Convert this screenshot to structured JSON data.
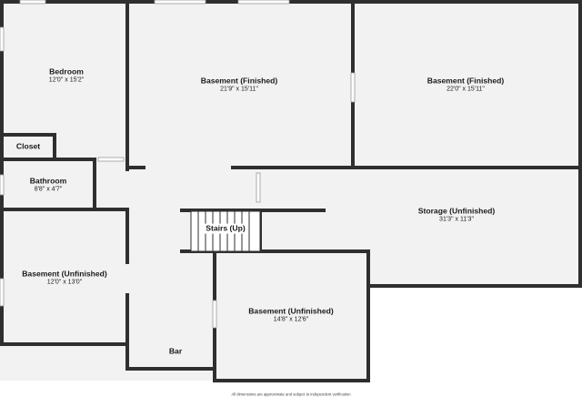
{
  "rooms": {
    "bedroom": {
      "name": "Bedroom",
      "dims": "12'0\" x 15'2\""
    },
    "closet": {
      "name": "Closet"
    },
    "bathroom": {
      "name": "Bathroom",
      "dims": "8'8\" x 4'7\""
    },
    "basement_finished_1": {
      "name": "Basement (Finished)",
      "dims": "21'9\" x 15'11\""
    },
    "basement_finished_2": {
      "name": "Basement (Finished)",
      "dims": "22'0\" x 15'11\""
    },
    "storage": {
      "name": "Storage (Unfinished)",
      "dims": "31'3\" x 11'3\""
    },
    "stairs": {
      "name": "Stairs (Up)"
    },
    "basement_unfinished_1": {
      "name": "Basement (Unfinished)",
      "dims": "12'0\" x 13'0\""
    },
    "basement_unfinished_2": {
      "name": "Basement (Unfinished)",
      "dims": "14'8\" x 12'6\""
    },
    "bar": {
      "name": "Bar"
    }
  },
  "footer": {
    "disclaimer": "All dimensions are approximate and subject to independent verification"
  },
  "colors": {
    "wall": "#2f2f2f",
    "floor": "#f2f2f2",
    "window": "#ffffff",
    "text": "#1a1a1a"
  }
}
